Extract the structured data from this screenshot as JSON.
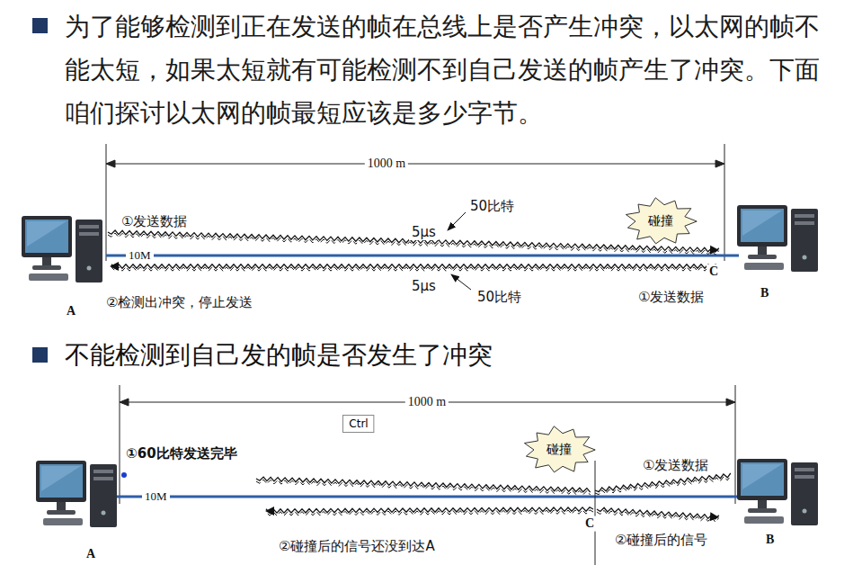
{
  "diagram": {
    "nodes": [
      {
        "text": [
          "碰撞"
        ]
      },
      {
        "text": [
          "Ctrl"
        ]
      },
      {
        "text": [
          "碰撞"
        ]
      }
    ],
    "labels": [
      "为了能够检测到正在发送的帧在总线上是否产生冲突，以太网的帧不能太短，如果太短就有可能检测不到自己发送的帧产生了冲突。下面咱们探讨以太网的帧最短应该是多少字节。",
      "1000 m",
      "①发送数据",
      "50比特",
      "5μs",
      "10M",
      "5μs",
      "50比特",
      "②检测出冲突，停止发送",
      "①发送数据",
      "A",
      "C",
      "B",
      "不能检测到自己发的帧是否发生了冲突",
      "1000 m",
      "①60比特发送完毕",
      "10M",
      "①发送数据",
      "C",
      "②碰撞后的信号还没到达A",
      "②碰撞后的信号",
      "A",
      "B"
    ]
  }
}
